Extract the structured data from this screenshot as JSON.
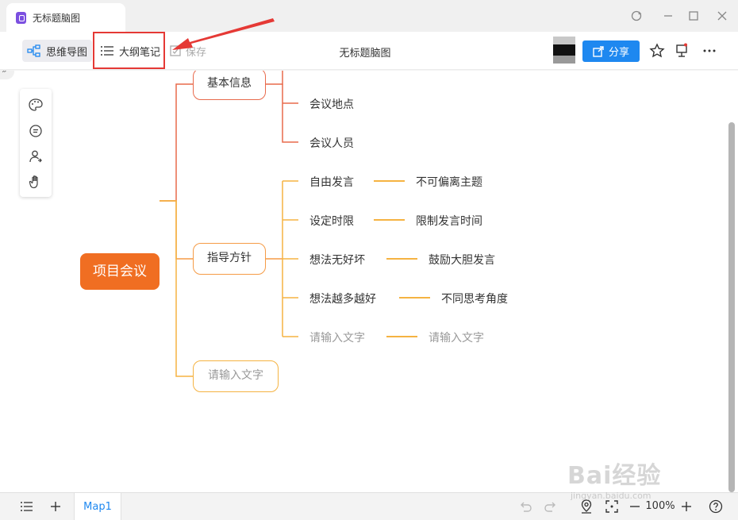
{
  "window": {
    "tab_title": "无标题脑图",
    "controls": [
      "sync-icon",
      "minimize-icon",
      "maximize-icon",
      "close-icon"
    ]
  },
  "toolbar": {
    "mindmap_label": "思维导图",
    "outline_label": "大纲笔记",
    "save_label": "保存",
    "doc_title": "无标题脑图",
    "share_label": "分享"
  },
  "mindmap": {
    "root": "项目会议",
    "branches": [
      {
        "label": "基本信息",
        "color": "#e86a4c",
        "children": [
          {
            "label": "会议地点"
          },
          {
            "label": "会议人员"
          }
        ]
      },
      {
        "label": "指导方针",
        "color": "#f59b46",
        "children": [
          {
            "label": "自由发言",
            "detail": "不可偏离主题"
          },
          {
            "label": "设定时限",
            "detail": "限制发言时间"
          },
          {
            "label": "想法无好坏",
            "detail": "鼓励大胆发言"
          },
          {
            "label": "想法越多越好",
            "detail": "不同思考角度"
          },
          {
            "label": "请输入文字",
            "detail": "请输入文字"
          }
        ]
      },
      {
        "label": "请输入文字",
        "color": "#f5b342"
      }
    ]
  },
  "bottombar": {
    "map_tab": "Map1",
    "zoom": "100%"
  },
  "colors": {
    "accent": "#1e88f0",
    "root": "#f06e22",
    "annotation": "#e53935"
  },
  "watermark": {
    "brand": "Bai经验",
    "url": "jingyan.baidu.com"
  }
}
